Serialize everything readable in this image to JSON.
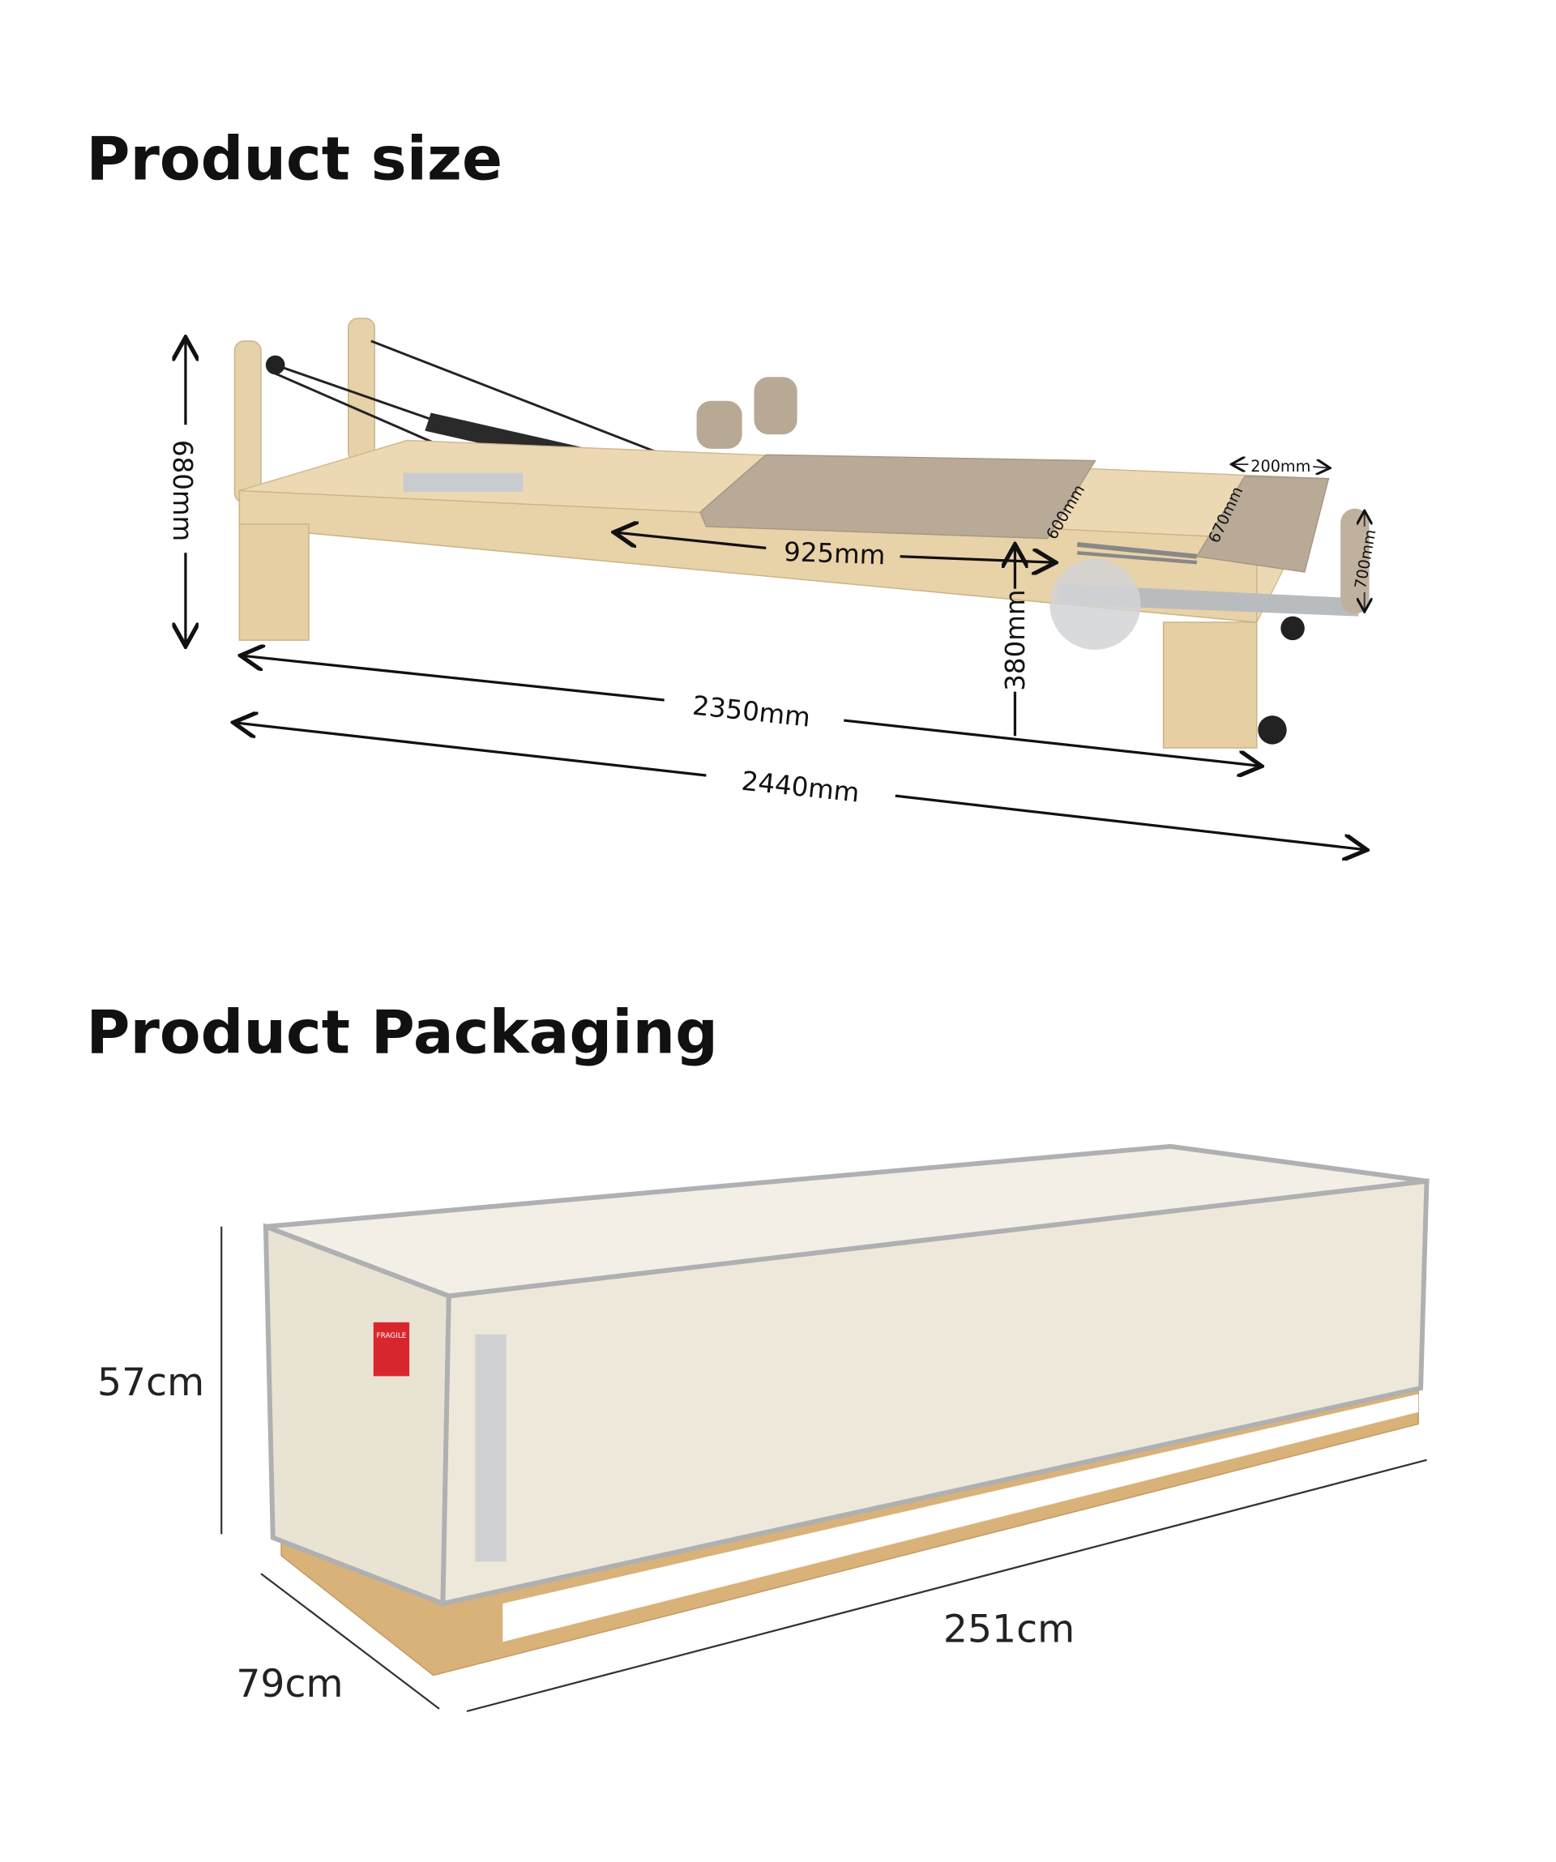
{
  "sections": {
    "size": {
      "title": "Product size",
      "dims": {
        "height": "680mm",
        "carriage": "925mm",
        "frame_height": "380mm",
        "frame_length": "2350mm",
        "total_length": "2440mm",
        "platform_width": "200mm",
        "carriage_width": "600mm",
        "platform_length": "670mm",
        "footbar_width": "700mm"
      }
    },
    "packaging": {
      "title": "Product Packaging",
      "dims": {
        "height": "57cm",
        "depth": "79cm",
        "length": "251cm"
      },
      "label": "FRAGILE"
    }
  },
  "colors": {
    "wood": "#ecd9b4",
    "upholstery": "#b9aa98",
    "crate": "#ede8da",
    "metal": "#b9bcbf",
    "pallet": "#d9b27a",
    "fragile": "#d8262f"
  }
}
